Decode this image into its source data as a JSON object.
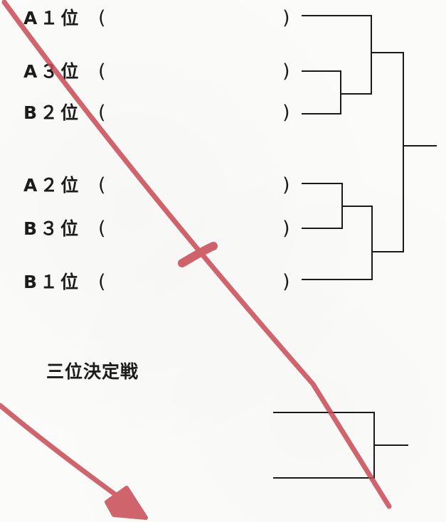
{
  "bracket": {
    "entries": [
      {
        "seed": "A１位",
        "open": "(",
        "close": ")"
      },
      {
        "seed": "A３位",
        "open": "(",
        "close": ")"
      },
      {
        "seed": "B２位",
        "open": "(",
        "close": ")"
      },
      {
        "seed": "A２位",
        "open": "(",
        "close": ")"
      },
      {
        "seed": "B３位",
        "open": "(",
        "close": ")"
      },
      {
        "seed": "B１位",
        "open": "(",
        "close": ")"
      }
    ]
  },
  "third_place": {
    "title": "三位決定戦"
  },
  "annotation": {
    "pen_color": "#c84a55"
  }
}
